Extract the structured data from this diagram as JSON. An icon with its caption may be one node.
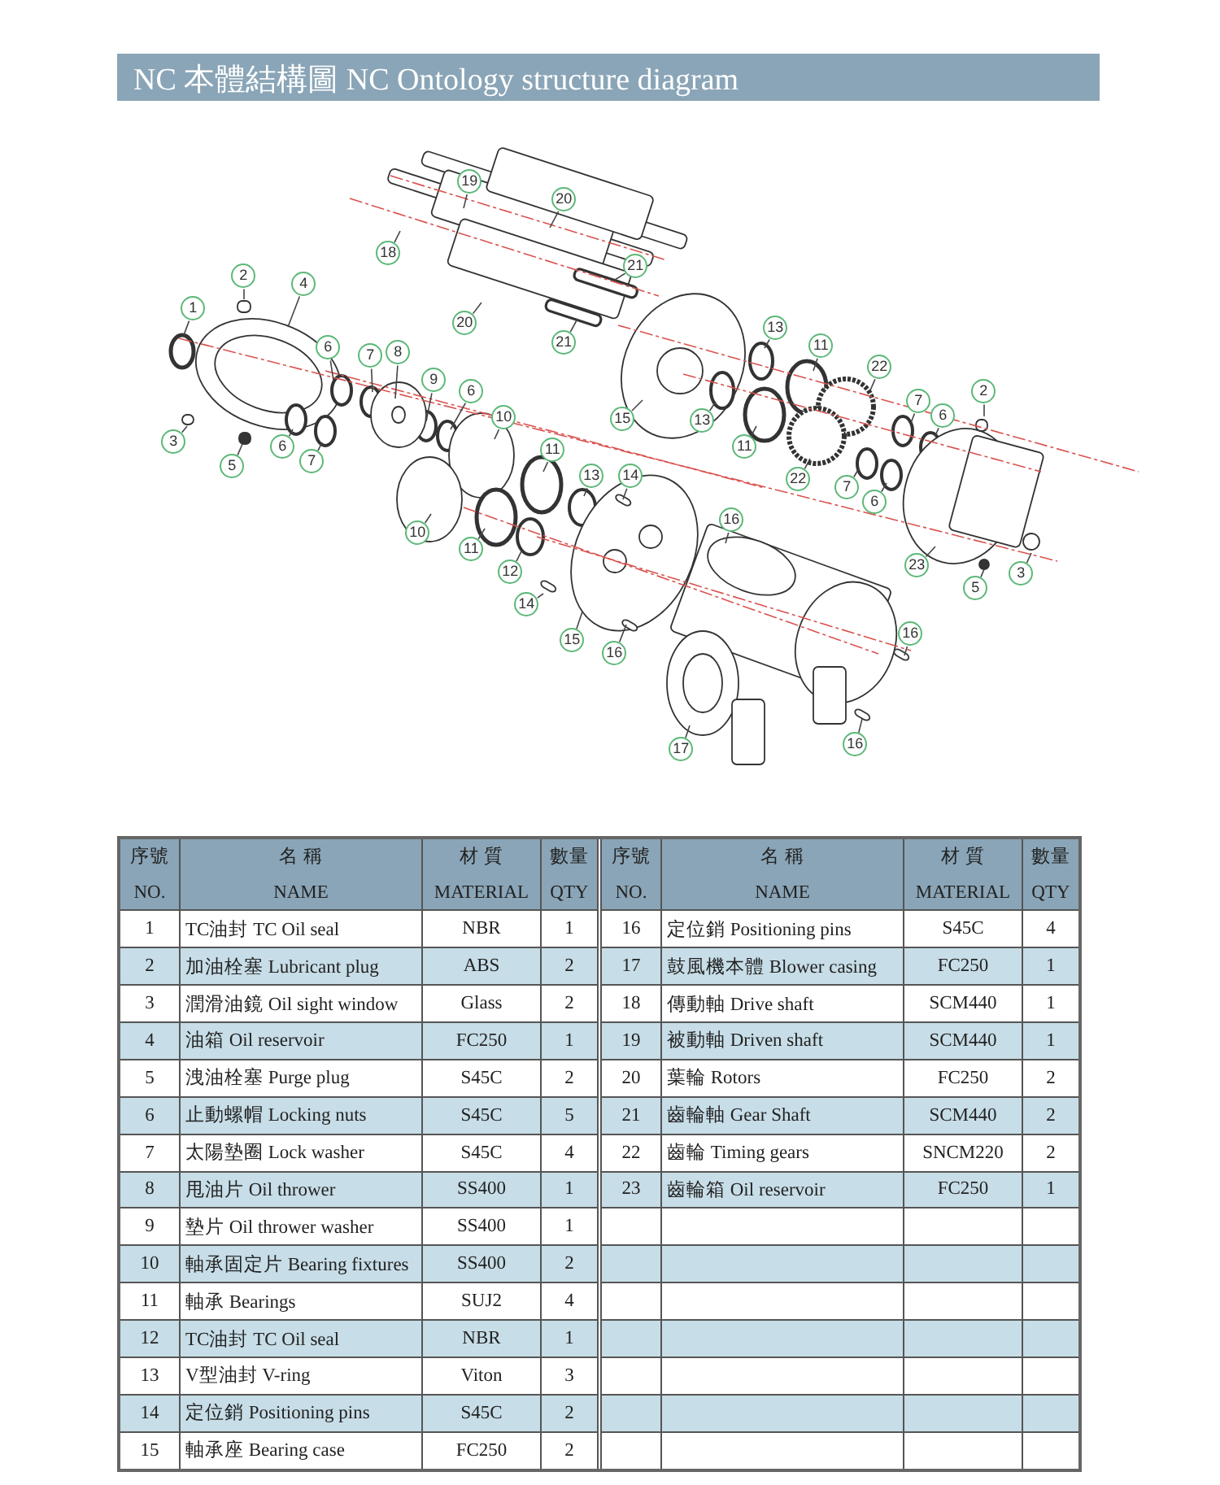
{
  "diagram": {
    "title": "NC 本體結構圖 NC Ontology structure diagram",
    "nodes": [
      {
        "text": [
          "19"
        ]
      },
      {
        "text": [
          "20"
        ]
      },
      {
        "text": [
          "18"
        ]
      },
      {
        "text": [
          "21"
        ]
      },
      {
        "text": [
          "2"
        ]
      },
      {
        "text": [
          "4"
        ]
      },
      {
        "text": [
          "1"
        ]
      },
      {
        "text": [
          "20"
        ]
      },
      {
        "text": [
          "13"
        ]
      },
      {
        "text": [
          "21"
        ]
      },
      {
        "text": [
          "11"
        ]
      },
      {
        "text": [
          "6"
        ]
      },
      {
        "text": [
          "22"
        ]
      },
      {
        "text": [
          "7"
        ]
      },
      {
        "text": [
          "8"
        ]
      },
      {
        "text": [
          "2"
        ]
      },
      {
        "text": [
          "9"
        ]
      },
      {
        "text": [
          "7"
        ]
      },
      {
        "text": [
          "6"
        ]
      },
      {
        "text": [
          "6"
        ]
      },
      {
        "text": [
          "10"
        ]
      },
      {
        "text": [
          "15"
        ]
      },
      {
        "text": [
          "13"
        ]
      },
      {
        "text": [
          "3"
        ]
      },
      {
        "text": [
          "6"
        ]
      },
      {
        "text": [
          "11"
        ]
      },
      {
        "text": [
          "11"
        ]
      },
      {
        "text": [
          "7"
        ]
      },
      {
        "text": [
          "5"
        ]
      },
      {
        "text": [
          "13"
        ]
      },
      {
        "text": [
          "14"
        ]
      },
      {
        "text": [
          "22"
        ]
      },
      {
        "text": [
          "7"
        ]
      },
      {
        "text": [
          "6"
        ]
      },
      {
        "text": [
          "16"
        ]
      },
      {
        "text": [
          "10"
        ]
      },
      {
        "text": [
          "11"
        ]
      },
      {
        "text": [
          "23"
        ]
      },
      {
        "text": [
          "12"
        ]
      },
      {
        "text": [
          "3"
        ]
      },
      {
        "text": [
          "5"
        ]
      },
      {
        "text": [
          "14"
        ]
      },
      {
        "text": [
          "16"
        ]
      },
      {
        "text": [
          "15"
        ]
      },
      {
        "text": [
          "16"
        ]
      },
      {
        "text": [
          "16"
        ]
      },
      {
        "text": [
          "17"
        ]
      }
    ],
    "edges": [
      {
        "from": 0,
        "to": null,
        "arrow": "none"
      },
      {
        "from": 1,
        "to": null,
        "arrow": "none"
      },
      {
        "from": 2,
        "to": null,
        "arrow": "none"
      },
      {
        "from": 3,
        "to": null,
        "arrow": "none"
      },
      {
        "from": 4,
        "to": null,
        "arrow": "none"
      },
      {
        "from": 5,
        "to": null,
        "arrow": "none"
      },
      {
        "from": 6,
        "to": null,
        "arrow": "none"
      },
      {
        "from": 7,
        "to": null,
        "arrow": "none"
      },
      {
        "from": 8,
        "to": null,
        "arrow": "none"
      },
      {
        "from": 9,
        "to": null,
        "arrow": "none"
      },
      {
        "from": 10,
        "to": null,
        "arrow": "none"
      },
      {
        "from": 11,
        "to": null,
        "arrow": "none"
      },
      {
        "from": 12,
        "to": null,
        "arrow": "none"
      },
      {
        "from": 13,
        "to": null,
        "arrow": "none"
      },
      {
        "from": 14,
        "to": null,
        "arrow": "none"
      },
      {
        "from": 15,
        "to": null,
        "arrow": "none"
      },
      {
        "from": 16,
        "to": null,
        "arrow": "none"
      },
      {
        "from": 17,
        "to": null,
        "arrow": "none"
      },
      {
        "from": 18,
        "to": null,
        "arrow": "none"
      },
      {
        "from": 19,
        "to": null,
        "arrow": "none"
      },
      {
        "from": 20,
        "to": null,
        "arrow": "none"
      },
      {
        "from": 21,
        "to": null,
        "arrow": "none"
      },
      {
        "from": 22,
        "to": null,
        "arrow": "none"
      },
      {
        "from": 23,
        "to": null,
        "arrow": "none"
      },
      {
        "from": 24,
        "to": null,
        "arrow": "none"
      },
      {
        "from": 25,
        "to": null,
        "arrow": "none"
      },
      {
        "from": 26,
        "to": null,
        "arrow": "none"
      },
      {
        "from": 27,
        "to": null,
        "arrow": "none"
      },
      {
        "from": 28,
        "to": null,
        "arrow": "none"
      },
      {
        "from": 29,
        "to": null,
        "arrow": "none"
      },
      {
        "from": 30,
        "to": null,
        "arrow": "none"
      },
      {
        "from": 31,
        "to": null,
        "arrow": "none"
      },
      {
        "from": 32,
        "to": null,
        "arrow": "none"
      },
      {
        "from": 33,
        "to": null,
        "arrow": "none"
      },
      {
        "from": 34,
        "to": null,
        "arrow": "none"
      },
      {
        "from": 35,
        "to": null,
        "arrow": "none"
      },
      {
        "from": 36,
        "to": null,
        "arrow": "none"
      },
      {
        "from": 37,
        "to": null,
        "arrow": "none"
      },
      {
        "from": 38,
        "to": null,
        "arrow": "none"
      },
      {
        "from": 39,
        "to": null,
        "arrow": "none"
      },
      {
        "from": 40,
        "to": null,
        "arrow": "none"
      },
      {
        "from": 41,
        "to": null,
        "arrow": "none"
      },
      {
        "from": 42,
        "to": null,
        "arrow": "none"
      },
      {
        "from": 43,
        "to": null,
        "arrow": "none"
      },
      {
        "from": 44,
        "to": null,
        "arrow": "none"
      },
      {
        "from": 45,
        "to": null,
        "arrow": "none"
      },
      {
        "from": 46,
        "to": null,
        "arrow": "none"
      }
    ],
    "labels": [
      "序號",
      "名 稱",
      "材 質",
      "數量",
      "序號",
      "名 稱",
      "材 質",
      "數量",
      "NO.",
      "NAME",
      "MATERIAL",
      "QTY",
      "NO.",
      "NAME",
      "MATERIAL",
      "QTY",
      "1",
      "TC油封 TC Oil seal",
      "NBR",
      "1",
      "16",
      "定位銷 Positioning pins",
      "S45C",
      "4",
      "2",
      "加油栓塞 Lubricant plug",
      "ABS",
      "2",
      "17",
      "鼓風機本體 Blower casing",
      "FC250",
      "1",
      "3",
      "潤滑油鏡 Oil sight window",
      "Glass",
      "2",
      "18",
      "傳動軸 Drive shaft",
      "SCM440",
      "1",
      "4",
      "油箱 Oil reservoir",
      "FC250",
      "1",
      "19",
      "被動軸 Driven shaft",
      "SCM440",
      "1",
      "5",
      "洩油栓塞 Purge plug",
      "S45C",
      "2",
      "20",
      "葉輪 Rotors",
      "FC250",
      "2",
      "6",
      "止動螺帽 Locking nuts",
      "S45C",
      "5",
      "21",
      "齒輪軸 Gear Shaft",
      "SCM440",
      "2",
      "7",
      "太陽墊圈 Lock washer",
      "S45C",
      "4",
      "22",
      "齒輪 Timing gears",
      "SNCM220",
      "2",
      "8",
      "甩油片 Oil thrower",
      "SS400",
      "1",
      "23",
      "齒輪箱 Oil reservoir",
      "FC250",
      "1",
      "9",
      "墊片 Oil thrower washer",
      "SS400",
      "1",
      "10",
      "軸承固定片 Bearing fixtures",
      "SS400",
      "2",
      "11",
      "軸承 Bearings",
      "SUJ2",
      "4",
      "12",
      "TC油封 TC Oil seal",
      "NBR",
      "1",
      "13",
      "V型油封 V-ring",
      "Viton",
      "3",
      "14",
      "定位銷 Positioning pins",
      "S45C",
      "2",
      "15",
      "軸承座 Bearing case",
      "FC250",
      "2"
    ]
  }
}
